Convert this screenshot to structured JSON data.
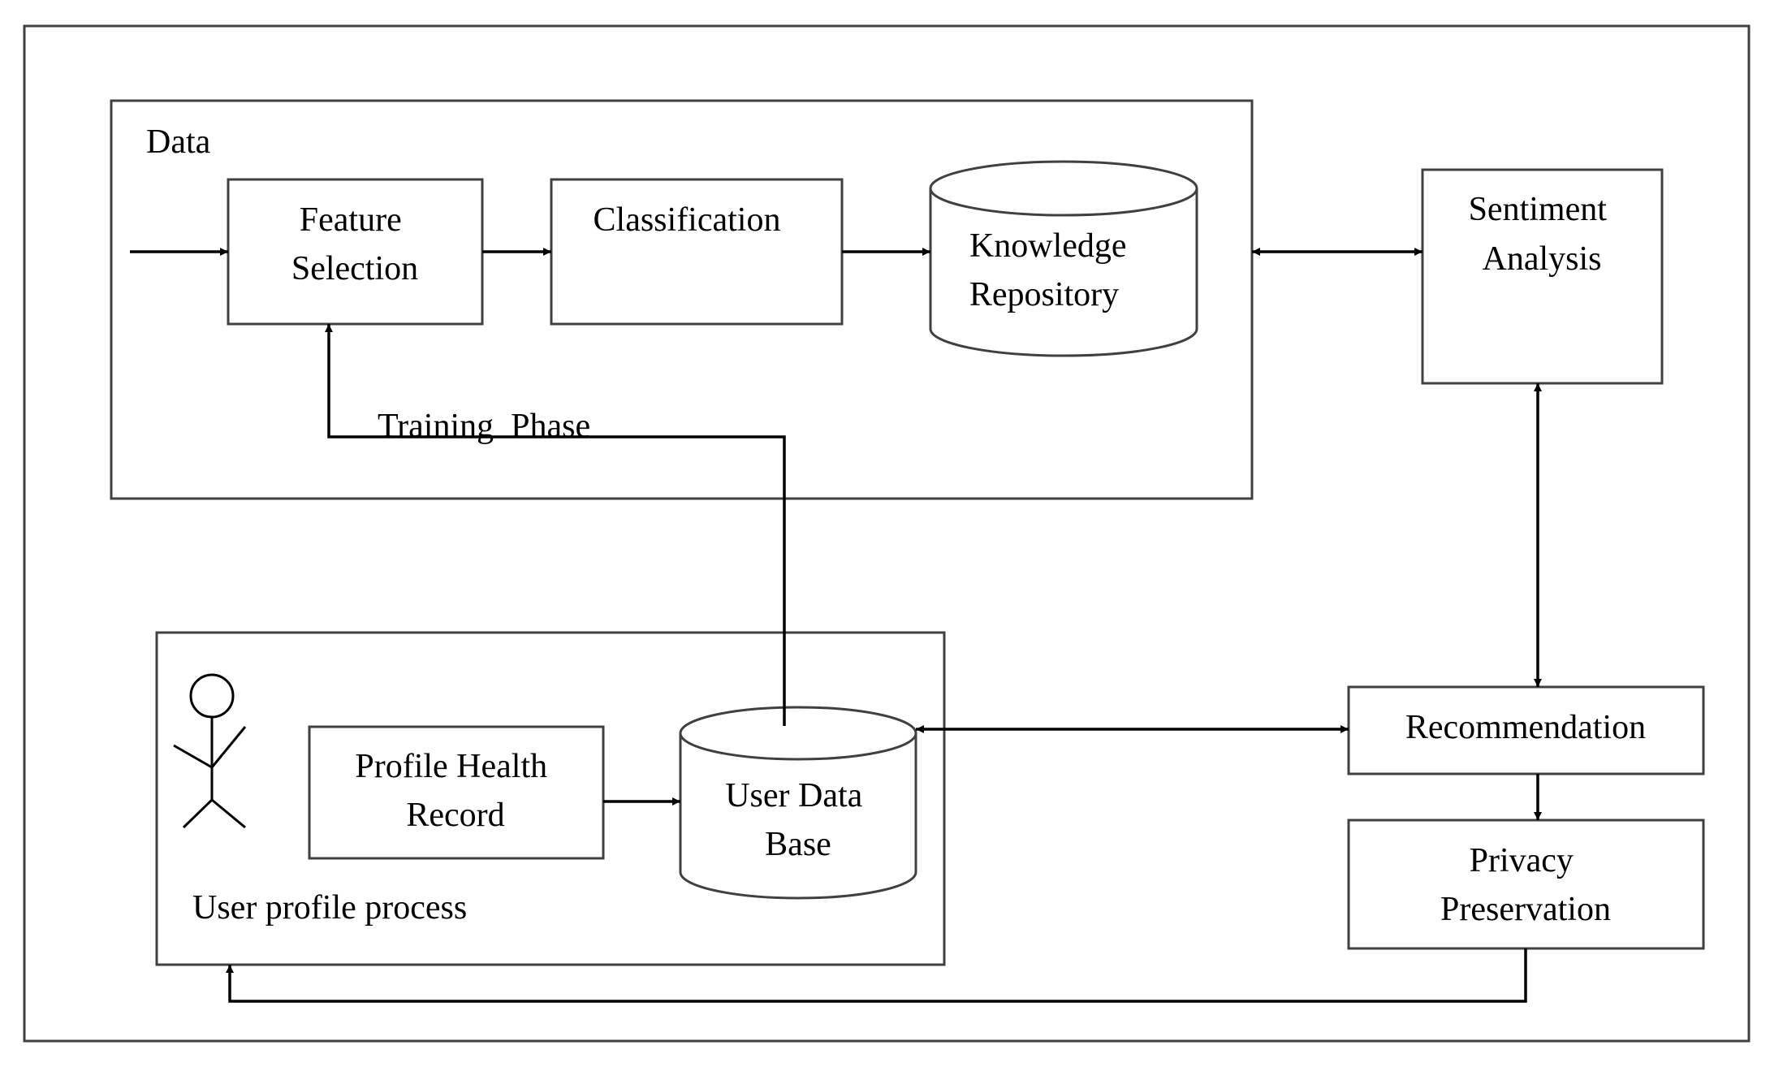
{
  "diagram": {
    "data_group_label": "Data",
    "feature_selection": [
      "Feature",
      "Selection"
    ],
    "classification": "Classification",
    "knowledge_repository": [
      "Knowledge",
      "Repository"
    ],
    "training_phase": "Training  Phase",
    "sentiment_analysis": [
      "Sentiment",
      "Analysis"
    ],
    "user_profile_process": "User profile process",
    "profile_health_record": [
      "Profile Health",
      "Record"
    ],
    "user_data_base": [
      "User Data",
      "Base"
    ],
    "recommendation": "Recommendation",
    "privacy_preservation": [
      "Privacy",
      "Preservation"
    ]
  },
  "colors": {
    "line": "#000000",
    "box_stroke": "#404040",
    "background": "#ffffff"
  },
  "icons": {
    "user": "stick-figure-user-icon"
  }
}
